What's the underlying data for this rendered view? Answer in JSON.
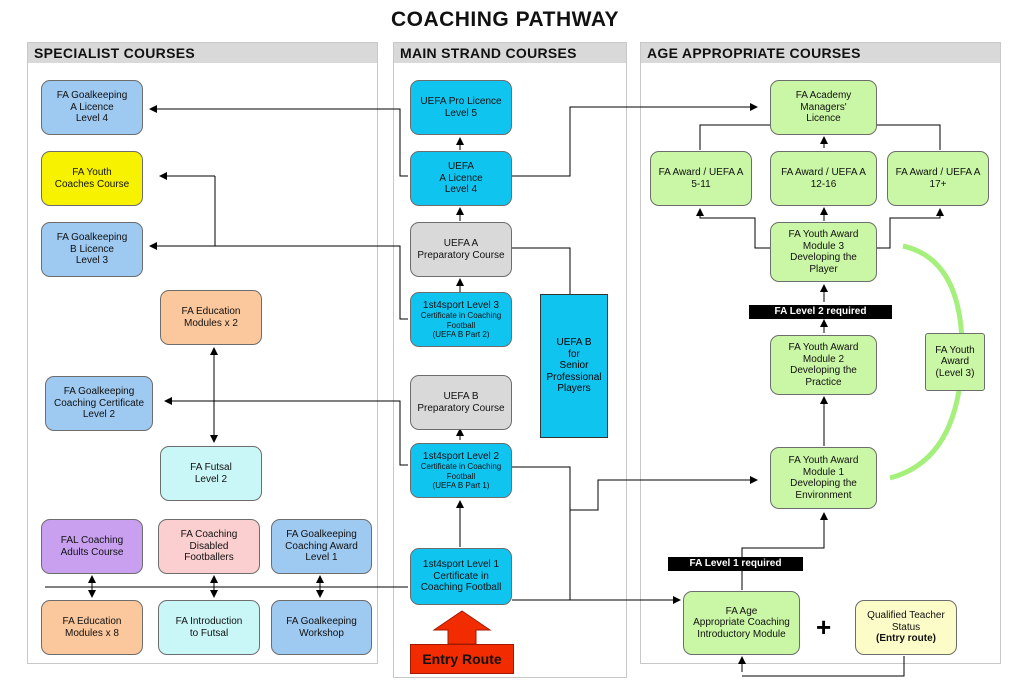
{
  "title": "COACHING PATHWAY",
  "panels": {
    "specialist": "SPECIALIST COURSES",
    "main": "MAIN STRAND COURSES",
    "age": "AGE APPROPRIATE COURSES"
  },
  "specialist": {
    "gk_a": "FA Goalkeeping\nA Licence\nLevel 4",
    "youth_coaches": "FA Youth\nCoaches Course",
    "gk_b": "FA Goalkeeping\nB Licence\nLevel 3",
    "education_x2": "FA Education\nModules x 2",
    "gk_coaching_cert": "FA Goalkeeping\nCoaching Certificate\nLevel 2",
    "futsal": "FA Futsal\nLevel 2",
    "fal_adults": "FAL Coaching\nAdults Course",
    "disabled": "FA Coaching\nDisabled\nFootballers",
    "gk_award": "FA Goalkeeping\nCoaching Award\nLevel 1",
    "education_x8": "FA Education\nModules x 8",
    "intro_futsal": "FA Introduction\nto Futsal",
    "gk_workshop": "FA Goalkeeping\nWorkshop"
  },
  "main": {
    "pro": "UEFA Pro Licence\nLevel 5",
    "uefa_a": "UEFA\nA Licence\nLevel 4",
    "uefa_a_prep": "UEFA A\nPreparatory Course",
    "level3": "1st4sport Level 3",
    "level3_sub": "Certificate in Coaching\nFootball\n(UEFA B Part 2)",
    "uefa_b_prep": "UEFA B\nPreparatory Course",
    "level2": "1st4sport Level 2",
    "level2_sub": "Certificate in Coaching\nFootball\n(UEFA B Part 1)",
    "level1": "1st4sport Level 1\nCertificate in\nCoaching Football",
    "uefa_b_senior": "UEFA B\nfor\nSenior\nProfessional\nPlayers",
    "entry_route": "Entry Route"
  },
  "age": {
    "academy": "FA Academy\nManagers'\nLicence",
    "award_5_11": "FA Award / UEFA A\n5-11",
    "award_12_16": "FA Award / UEFA A\n12-16",
    "award_17": "FA Award / UEFA A\n17+",
    "module3": "FA Youth Award\nModule 3\nDeveloping the\nPlayer",
    "level2_required": "FA Level 2 required",
    "module2": "FA Youth Award\nModule 2\nDeveloping the\nPractice",
    "youth_award_l3": "FA Youth\nAward\n(Level 3)",
    "module1": "FA Youth Award\nModule 1\nDeveloping the\nEnvironment",
    "level1_required": "FA Level 1 required",
    "age_appropriate": "FA Age\nAppropriate Coaching\nIntroductory Module",
    "plus": "+",
    "qts": "Qualified Teacher\nStatus",
    "qts_sub": "(Entry route)"
  }
}
